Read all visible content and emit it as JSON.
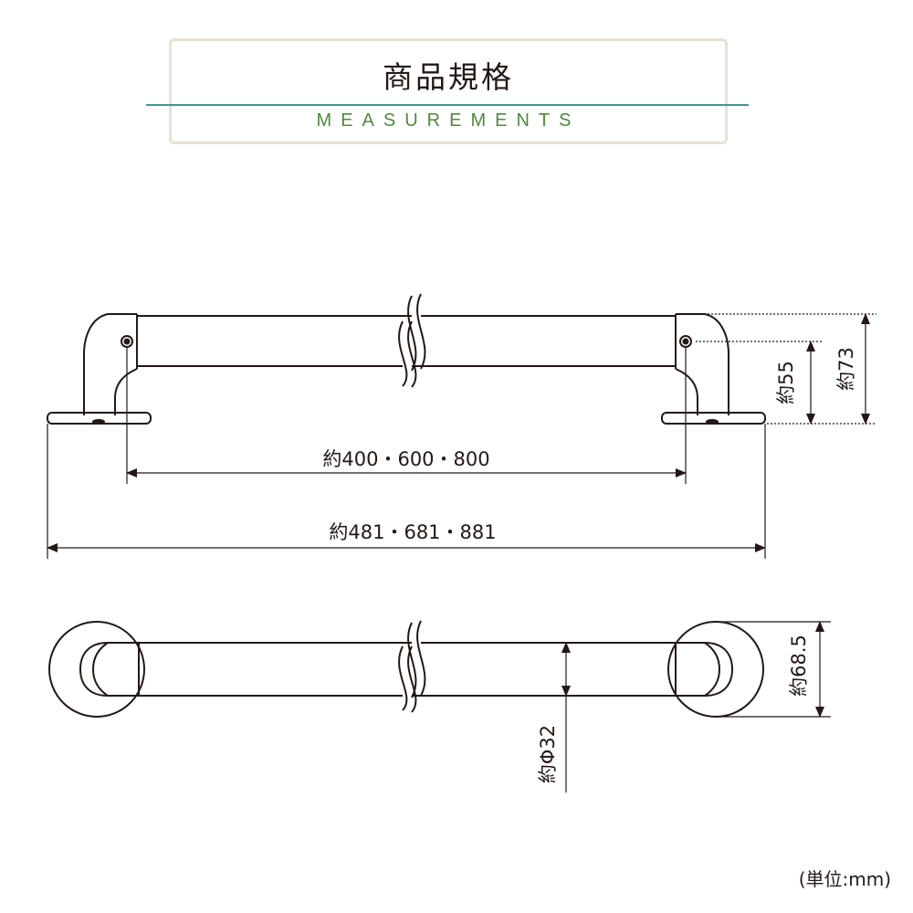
{
  "header": {
    "title": "商品規格",
    "subtitle": "MEASUREMENTS"
  },
  "dimensions": {
    "inner_length": "約400・600・800",
    "overall_length": "約481・681・881",
    "axis_height": "約55",
    "overall_height": "約73",
    "base_diameter": "約68.5",
    "bar_diameter": "約Φ32"
  },
  "unit_note": "(単位:mm)",
  "colors": {
    "title_rule": "#3e9a8e",
    "subtitle_text": "#4e8a3a",
    "title_box_border": "#e8e1d0",
    "line": "#231815"
  }
}
